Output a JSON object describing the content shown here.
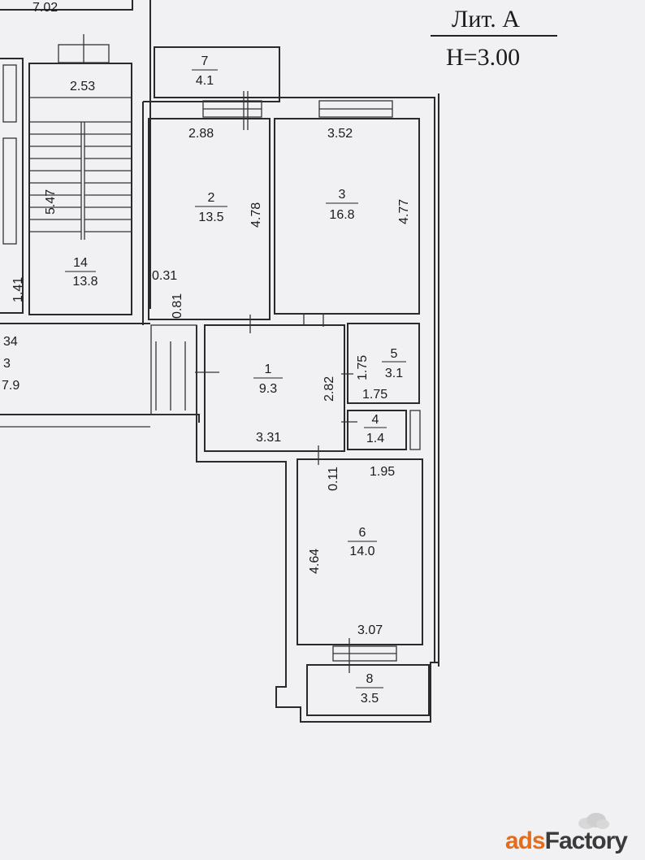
{
  "header": {
    "lit": "Лит. А",
    "height": "H=3.00"
  },
  "rooms": {
    "r1": {
      "number": "1",
      "area": "9.3"
    },
    "r2": {
      "number": "2",
      "area": "13.5"
    },
    "r3": {
      "number": "3",
      "area": "16.8"
    },
    "r4": {
      "number": "4",
      "area": "1.4"
    },
    "r5": {
      "number": "5",
      "area": "3.1"
    },
    "r6": {
      "number": "6",
      "area": "14.0"
    },
    "r7": {
      "number": "7",
      "area": "4.1"
    },
    "r8": {
      "number": "8",
      "area": "3.5"
    },
    "r13": {
      "number": "3",
      "area": "7.9"
    },
    "r14": {
      "number": "14",
      "area": "13.8"
    }
  },
  "dims": {
    "d702": "7.02",
    "d253": "2.53",
    "d547": "5.47",
    "d141": "1.41",
    "d34": "34",
    "d288": "2.88",
    "d478": "4.78",
    "d352": "3.52",
    "d477": "4.77",
    "d031": "0.31",
    "d081": "0.81",
    "d282": "2.82",
    "d331": "3.31",
    "d175v": "1.75",
    "d175h": "1.75",
    "d011": "0.11",
    "d195": "1.95",
    "d464": "4.64",
    "d307": "3.07"
  },
  "watermark": {
    "part1": "ads",
    "part2": "Factory"
  }
}
